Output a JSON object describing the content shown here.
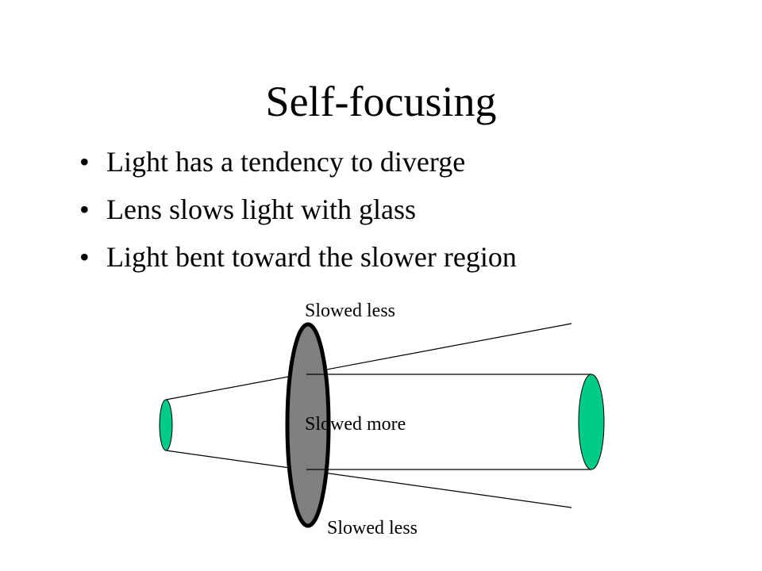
{
  "slide": {
    "title": "Self-focusing",
    "bullets": [
      "Light has a tendency to diverge",
      "Lens slows light with glass",
      "Light bent toward the slower region"
    ]
  },
  "diagram": {
    "label_top": "Slowed less",
    "label_middle": "Slowed more",
    "label_bottom": "Slowed less",
    "colors": {
      "lens_fill": "#808080",
      "lens_stroke": "#000000",
      "beam_fill": "#00cc88",
      "line": "#000000"
    }
  }
}
